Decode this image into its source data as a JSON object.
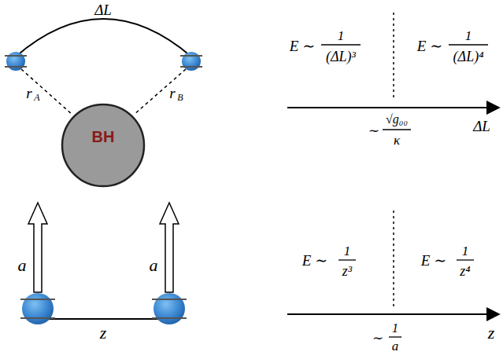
{
  "diagram": {
    "nodes": [
      {
        "text": [
          "BH"
        ]
      }
    ],
    "labels": [
      "ΔL",
      "r",
      "A",
      "r",
      "B",
      "E ∼",
      "1",
      "(ΔL)³",
      "E ∼",
      "1",
      "(ΔL)⁴",
      "∼",
      "√g₀₀",
      "κ",
      "ΔL",
      "a",
      "a",
      "z",
      "E ∼",
      "1",
      "z³",
      "E ∼",
      "1",
      "z⁴",
      "∼",
      "1",
      "a",
      "z"
    ]
  }
}
